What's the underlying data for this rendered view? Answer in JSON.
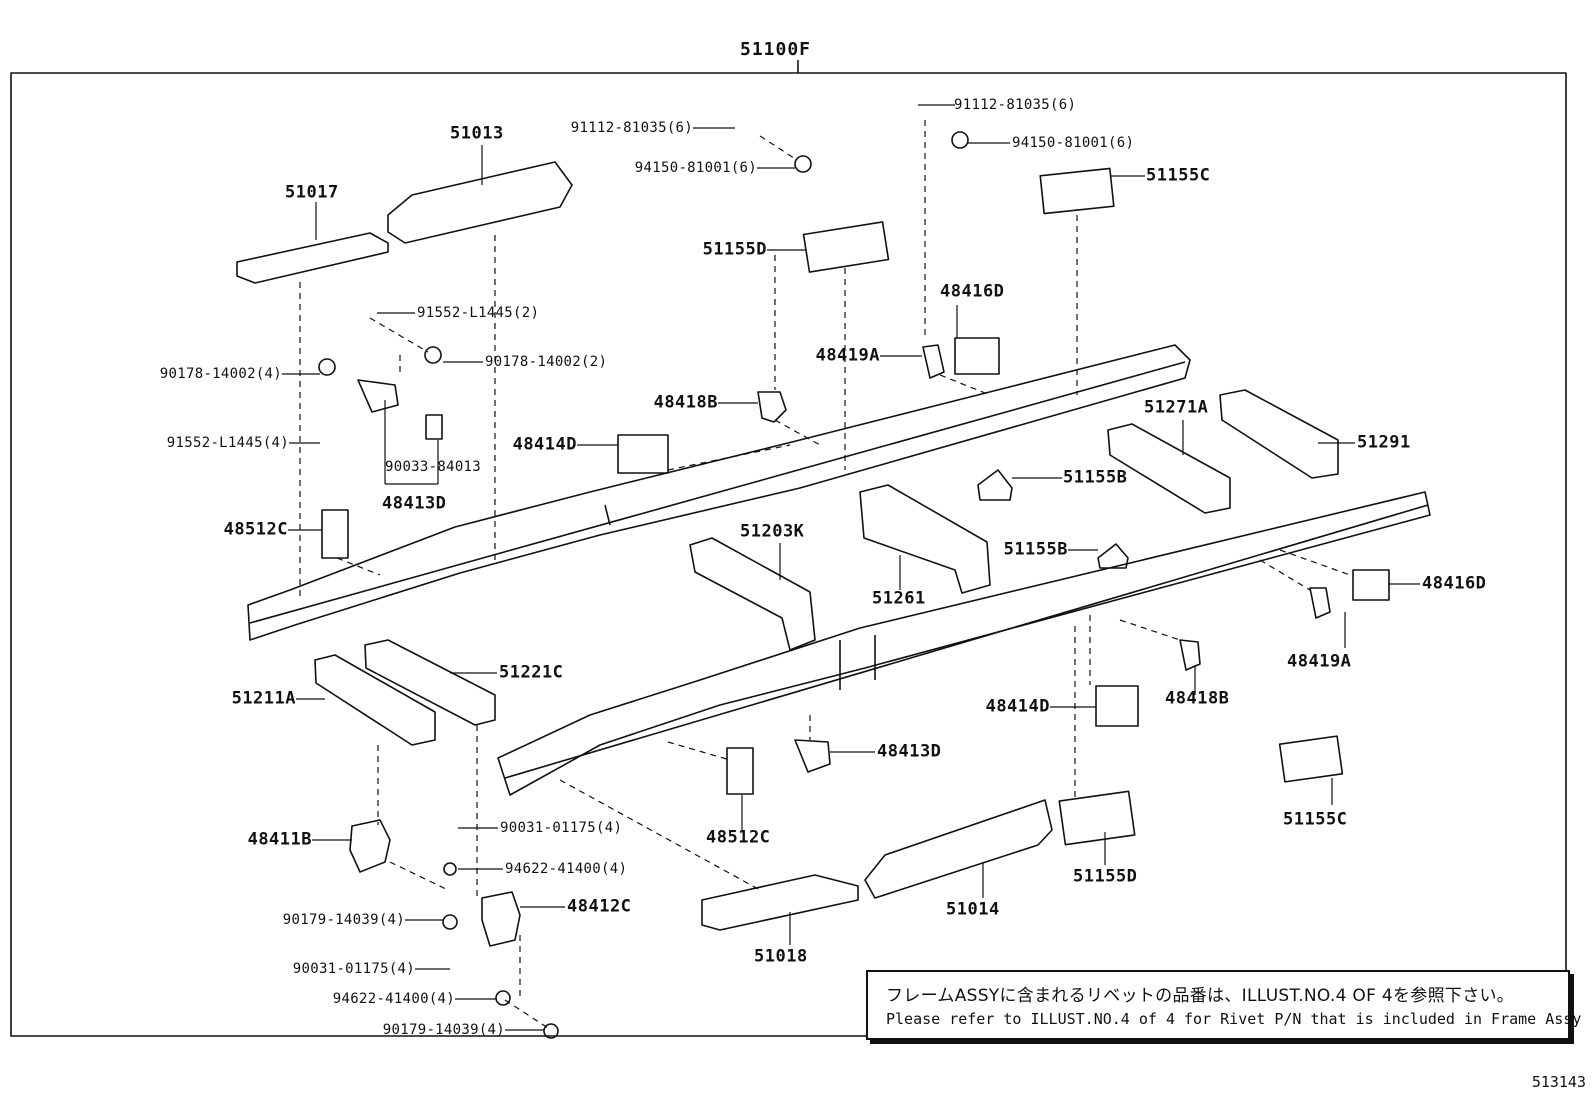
{
  "frame_assy": "51100F",
  "illustration_id": "513143",
  "note": {
    "jp": "フレームASSYに含まれるリベットの品番は、ILLUST.NO.4 OF 4を参照下さい。",
    "en": "Please refer to ILLUST.NO.4 of 4 for Rivet P/N that is included in Frame Assy"
  },
  "labels": {
    "p51013": "51013",
    "p51017": "51017",
    "bolt_top_mid": "91112-81035(6)",
    "nut_top_mid": "94150-81001(6)",
    "bolt_top_right": "91112-81035(6)",
    "nut_top_right": "94150-81001(6)",
    "p51155c_top": "51155C",
    "p51155d_top": "51155D",
    "p48416d_top": "48416D",
    "p48419a_top": "48419A",
    "p48418b_top": "48418B",
    "p48414d_top": "48414D",
    "bolt_91552_2": "91552-L1445(2)",
    "nut_90178_2": "90178-14002(2)",
    "nut_90178_4": "90178-14002(4)",
    "bolt_91552_4": "91552-L1445(4)",
    "collar_90033": "90033-84013",
    "p48413d_left": "48413D",
    "p48512c_left": "48512C",
    "p51271a": "51271A",
    "p51291": "51291",
    "p51155b_top": "51155B",
    "p51203k": "51203K",
    "p51155b_mid": "51155B",
    "p51261": "51261",
    "p48416d_right": "48416D",
    "p48419a_right": "48419A",
    "p51221c": "51221C",
    "p51211a": "51211A",
    "p48418b_right": "48418B",
    "p48414d_right": "48414D",
    "p48413d_mid": "48413D",
    "p51155c_bottom": "51155C",
    "p48512c_mid": "48512C",
    "p48411b": "48411B",
    "bolt_90031_top": "90031-01175(4)",
    "washer_94622_top": "94622-41400(4)",
    "p48412c": "48412C",
    "nut_90179_top": "90179-14039(4)",
    "bolt_90031_bottom": "90031-01175(4)",
    "washer_94622_bottom": "94622-41400(4)",
    "nut_90179_bottom": "90179-14039(4)",
    "p51155d_bottom": "51155D",
    "p51014": "51014",
    "p51018": "51018"
  }
}
